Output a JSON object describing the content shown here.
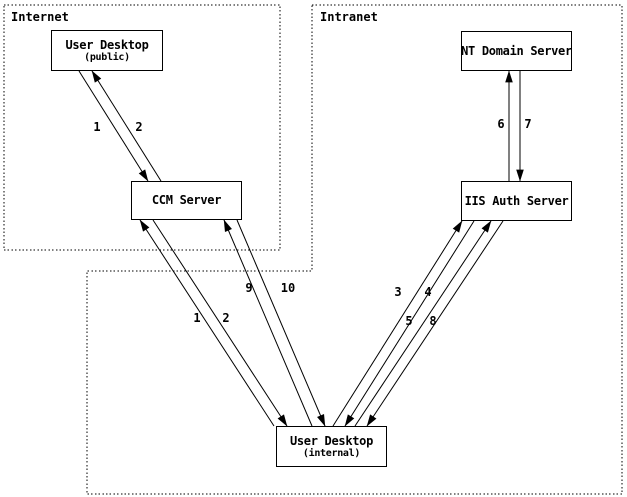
{
  "diagram": {
    "zones": [
      {
        "id": "internet",
        "label": "Internet"
      },
      {
        "id": "intranet",
        "label": "Intranet"
      }
    ],
    "nodes": [
      {
        "id": "user-desktop-public",
        "title": "User Desktop",
        "subtitle": "(public)",
        "zone": "internet"
      },
      {
        "id": "ccm-server",
        "title": "CCM Server",
        "zone": "internet"
      },
      {
        "id": "nt-domain-server",
        "title": "NT Domain Server",
        "zone": "intranet"
      },
      {
        "id": "iis-auth-server",
        "title": "IIS Auth Server",
        "zone": "intranet"
      },
      {
        "id": "user-desktop-internal",
        "title": "User Desktop",
        "subtitle": "(internal)",
        "zone": "intranet"
      }
    ],
    "edges": [
      {
        "label": "1",
        "from": "user-desktop-public",
        "to": "ccm-server"
      },
      {
        "label": "2",
        "from": "ccm-server",
        "to": "user-desktop-public"
      },
      {
        "label": "1",
        "from": "user-desktop-internal",
        "to": "ccm-server"
      },
      {
        "label": "2",
        "from": "ccm-server",
        "to": "user-desktop-internal"
      },
      {
        "label": "9",
        "from": "user-desktop-internal",
        "to": "ccm-server"
      },
      {
        "label": "10",
        "from": "ccm-server",
        "to": "user-desktop-internal"
      },
      {
        "label": "3",
        "from": "user-desktop-internal",
        "to": "iis-auth-server"
      },
      {
        "label": "4",
        "from": "iis-auth-server",
        "to": "user-desktop-internal"
      },
      {
        "label": "5",
        "from": "user-desktop-internal",
        "to": "iis-auth-server"
      },
      {
        "label": "8",
        "from": "iis-auth-server",
        "to": "user-desktop-internal"
      },
      {
        "label": "6",
        "from": "iis-auth-server",
        "to": "nt-domain-server"
      },
      {
        "label": "7",
        "from": "nt-domain-server",
        "to": "iis-auth-server"
      }
    ],
    "colors": {
      "line": "#000000",
      "background": "#ffffff"
    }
  }
}
